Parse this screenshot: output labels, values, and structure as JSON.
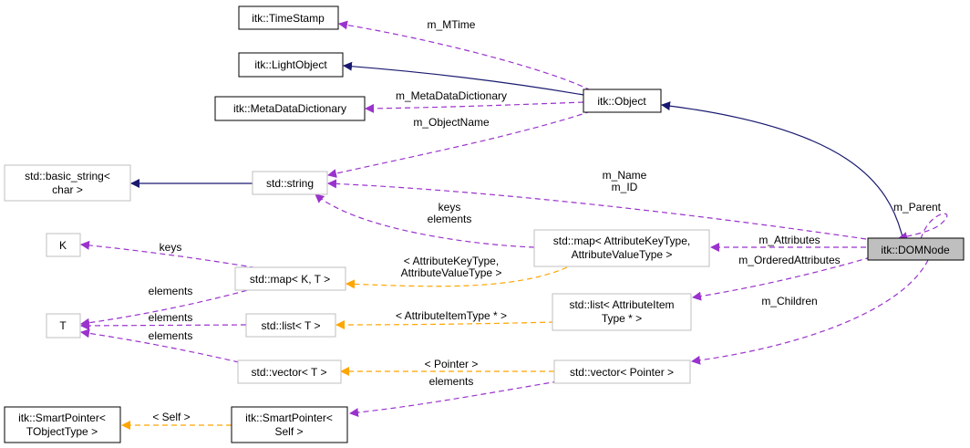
{
  "nodes": {
    "timestamp": {
      "lines": [
        "itk::TimeStamp"
      ],
      "style": "black"
    },
    "lightobject": {
      "lines": [
        "itk::LightObject"
      ],
      "style": "black"
    },
    "metadatadictionary": {
      "lines": [
        "itk::MetaDataDictionary"
      ],
      "style": "black"
    },
    "object": {
      "lines": [
        "itk::Object"
      ],
      "style": "black"
    },
    "basic_string": {
      "lines": [
        "std::basic_string<",
        "char >"
      ],
      "style": "gray"
    },
    "string": {
      "lines": [
        "std::string"
      ],
      "style": "gray"
    },
    "k": {
      "lines": [
        "K"
      ],
      "style": "gray"
    },
    "t": {
      "lines": [
        "T"
      ],
      "style": "gray"
    },
    "map_kt": {
      "lines": [
        "std::map< K, T >"
      ],
      "style": "gray"
    },
    "list_t": {
      "lines": [
        "std::list< T >"
      ],
      "style": "gray"
    },
    "vector_t": {
      "lines": [
        "std::vector< T >"
      ],
      "style": "gray"
    },
    "map_attr": {
      "lines": [
        "std::map< AttributeKeyType,",
        "AttributeValueType >"
      ],
      "style": "gray"
    },
    "list_attr": {
      "lines": [
        "std::list< AttributeItem",
        "Type * >"
      ],
      "style": "gray"
    },
    "vector_ptr": {
      "lines": [
        "std::vector< Pointer >"
      ],
      "style": "gray"
    },
    "domnode": {
      "lines": [
        "itk::DOMNode"
      ],
      "style": "focus"
    },
    "smartptr_tobj": {
      "lines": [
        "itk::SmartPointer<",
        "TObjectType >"
      ],
      "style": "black"
    },
    "smartptr_self": {
      "lines": [
        "itk::SmartPointer<",
        "Self >"
      ],
      "style": "black"
    }
  },
  "edges": {
    "m_mtime": {
      "label": "m_MTime",
      "kind": "member"
    },
    "object_lightobject": {
      "label": "",
      "kind": "inherit"
    },
    "m_metadatadictionary": {
      "label": "m_MetaDataDictionary",
      "kind": "member"
    },
    "m_objectname": {
      "label": "m_ObjectName",
      "kind": "member"
    },
    "string_basic_string": {
      "label": "",
      "kind": "inherit"
    },
    "domnode_object": {
      "label": "",
      "kind": "inherit"
    },
    "m_name_id": {
      "label": "m_Name",
      "label2": "m_ID",
      "kind": "member"
    },
    "map_string_keys": {
      "label": "keys",
      "label2": "elements",
      "kind": "member"
    },
    "m_parent": {
      "label": "m_Parent",
      "kind": "member"
    },
    "m_attributes": {
      "label": "m_Attributes",
      "kind": "member"
    },
    "map_kt_keys": {
      "label": "keys",
      "kind": "member"
    },
    "map_kt_elements": {
      "label": "elements",
      "kind": "member"
    },
    "tpl_map": {
      "label": "< AttributeKeyType,",
      "label2": "AttributeValueType >",
      "kind": "template"
    },
    "m_orderedattributes": {
      "label": "m_OrderedAttributes",
      "kind": "member"
    },
    "list_t_elements": {
      "label": "elements",
      "kind": "member"
    },
    "tpl_list": {
      "label": "< AttributeItemType * >",
      "kind": "template"
    },
    "m_children": {
      "label": "m_Children",
      "kind": "member"
    },
    "vector_t_elements": {
      "label": "elements",
      "kind": "member"
    },
    "tpl_vector": {
      "label": "< Pointer >",
      "kind": "template"
    },
    "vector_ptr_elements": {
      "label": "elements",
      "kind": "member"
    },
    "tpl_smartptr": {
      "label": "< Self >",
      "kind": "template"
    }
  },
  "colors": {
    "inherit": "#191970",
    "member": "#9a32cd",
    "template": "#ffa500",
    "focus_fill": "#bfbfbf",
    "gray_border": "#bfbfbf"
  }
}
